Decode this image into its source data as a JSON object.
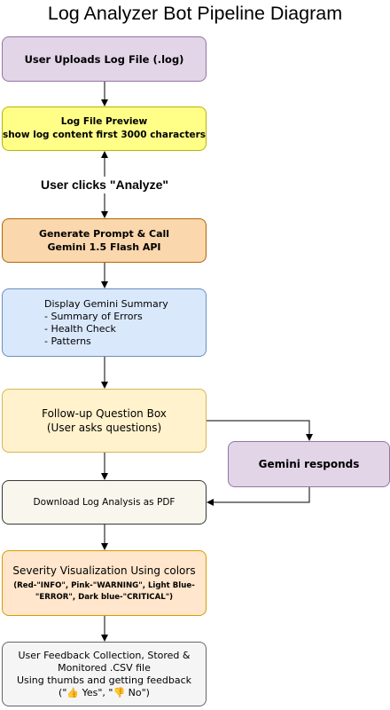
{
  "title": "Log Analyzer Bot Pipeline Diagram",
  "nodes": {
    "upload": {
      "lines": [
        "User Uploads Log File (.log)"
      ]
    },
    "preview": {
      "lines": [
        "Log File Preview",
        "(show log content first 3000 characters)"
      ]
    },
    "prompt": {
      "lines": [
        "Generate Prompt & Call",
        "Gemini 1.5 Flash API"
      ]
    },
    "summary": {
      "lines": [
        "Display Gemini Summary",
        "- Summary of Errors",
        "- Health Check",
        "- Patterns"
      ]
    },
    "followup": {
      "lines": [
        "Follow-up Question Box",
        "(User asks questions)"
      ]
    },
    "responds": {
      "lines": [
        "Gemini responds"
      ]
    },
    "download": {
      "lines": [
        "Download Log Analysis as PDF"
      ]
    },
    "severity": {
      "lines": [
        "Severity Visualization Using colors",
        "(Red-\"INFO\", Pink-\"WARNING\", Light Blue-",
        "\"ERROR\", Dark blue-\"CRITICAL\")"
      ]
    },
    "feedback": {
      "lines": [
        "User Feedback Collection, Stored &",
        "Monitored .CSV file",
        "Using thumbs and getting feedback",
        "(\"👍 Yes\", \"👎 No\")"
      ]
    }
  },
  "edge_labels": {
    "analyze": "User clicks \"Analyze\""
  },
  "colors": {
    "upload": "#e1d5e7",
    "preview": "#ffff88",
    "prompt": "#fad7ac",
    "summary": "#dae8fc",
    "followup": "#fff2cc",
    "responds": "#e1d5e7",
    "download": "#f9f7ed",
    "severity": "#ffe6cc",
    "feedback": "#f5f5f5",
    "arrow": "#000000"
  }
}
